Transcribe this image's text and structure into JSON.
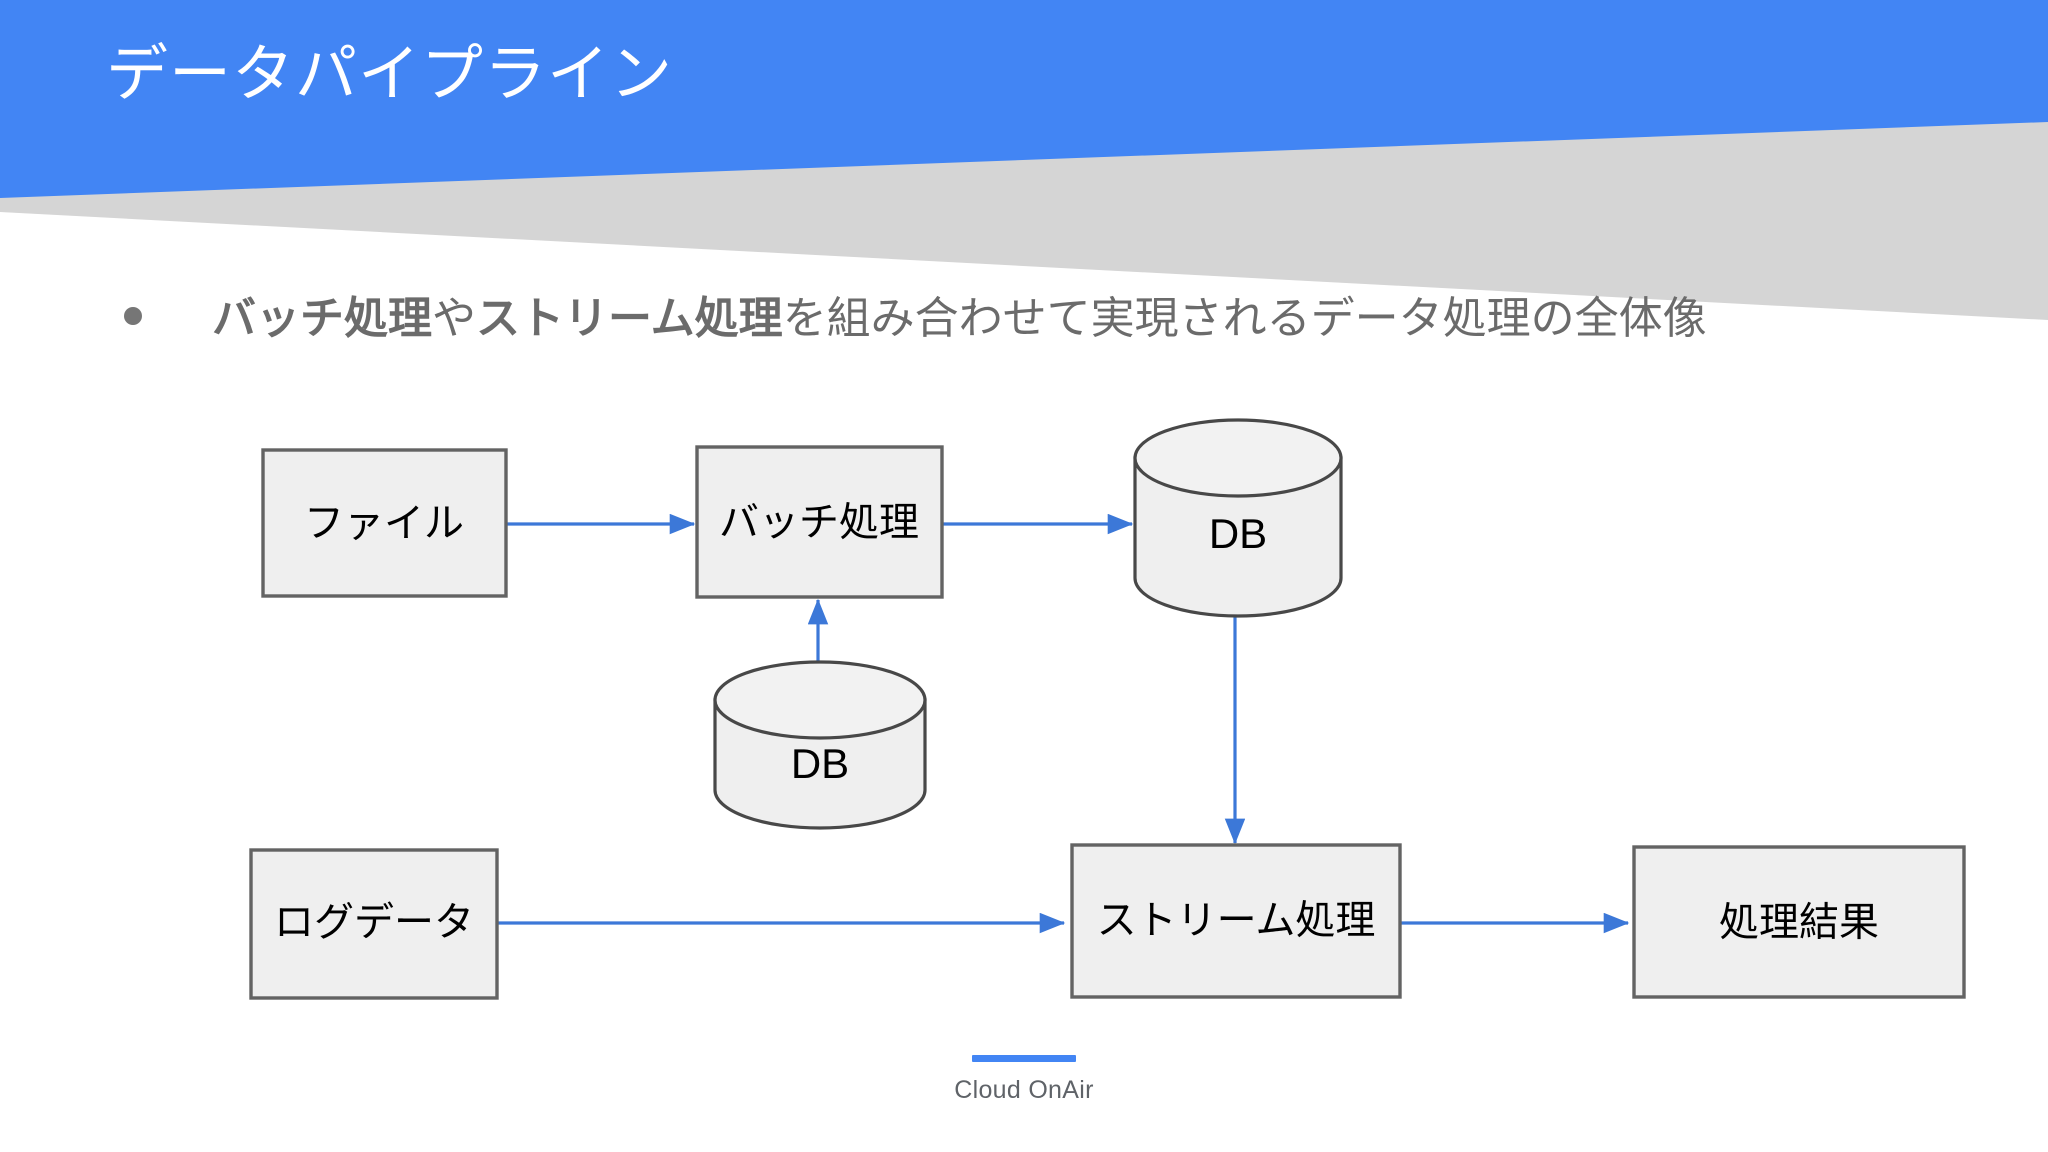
{
  "slide": {
    "title": "データパイプライン",
    "accent_color": "#4285F4",
    "band_grey": "#D5D5D5",
    "bullet": {
      "marker": "bullet-dot",
      "prefix_bold": "バッチ処理",
      "middle": "や",
      "second_bold": "ストリーム処理",
      "suffix": "を組み合わせて実現されるデータ処理の全体像",
      "full_text": "バッチ処理やストリーム処理を組み合わせて実現されるデータ処理の全体像",
      "text_color": "#6B6B6B"
    }
  },
  "diagram": {
    "type": "flowchart",
    "node_fill": "#EFEFEF",
    "node_stroke": "#636363",
    "arrow_color": "#3C78D8",
    "nodes": [
      {
        "id": "file",
        "shape": "rect",
        "label": "ファイル"
      },
      {
        "id": "batch",
        "shape": "rect",
        "label": "バッチ処理"
      },
      {
        "id": "db_top",
        "shape": "cylinder",
        "label": "DB"
      },
      {
        "id": "db_mid",
        "shape": "cylinder",
        "label": "DB"
      },
      {
        "id": "log",
        "shape": "rect",
        "label": "ログデータ"
      },
      {
        "id": "stream",
        "shape": "rect",
        "label": "ストリーム処理"
      },
      {
        "id": "result",
        "shape": "rect",
        "label": "処理結果"
      }
    ],
    "edges": [
      {
        "from": "file",
        "to": "batch",
        "direction": "right"
      },
      {
        "from": "batch",
        "to": "db_top",
        "direction": "right"
      },
      {
        "from": "db_mid",
        "to": "batch",
        "direction": "up"
      },
      {
        "from": "db_top",
        "to": "stream",
        "direction": "down"
      },
      {
        "from": "log",
        "to": "stream",
        "direction": "right"
      },
      {
        "from": "stream",
        "to": "result",
        "direction": "right"
      }
    ]
  },
  "footer": {
    "brand": "Cloud OnAir",
    "rule_color": "#4285F4"
  }
}
